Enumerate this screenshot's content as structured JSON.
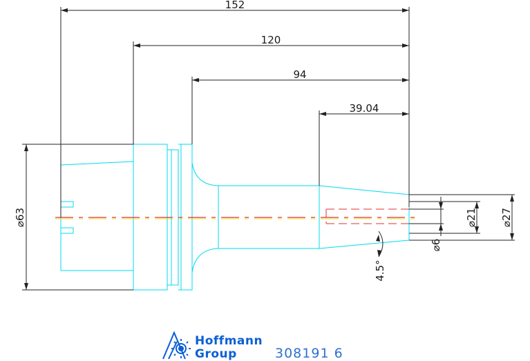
{
  "dimensions": {
    "overall_length": "152",
    "flange_length": "120",
    "neck_length": "94",
    "bore_depth": "39.04",
    "flange_diameter": "⌀63",
    "bore_diameter": "⌀21",
    "tip_diameter": "⌀27",
    "pilot_diameter": "⌀6",
    "taper_angle": "4.5°"
  },
  "brand": {
    "line1": "Hoffmann",
    "line2": "Group"
  },
  "part_number": "308191 6",
  "colors": {
    "outline": "#00d8f0",
    "dimension": "#222222",
    "centerline_red": "#e03030",
    "centerline_yellow": "#e8e020",
    "brand": "#0a5fd6"
  }
}
